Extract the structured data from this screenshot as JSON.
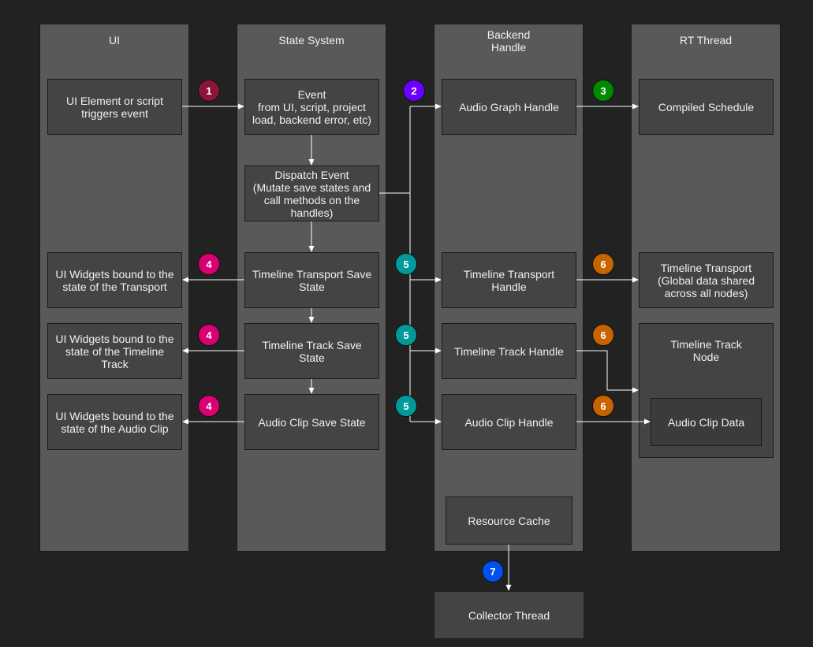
{
  "lanes": {
    "ui": "UI",
    "state": "State System",
    "backend": "Backend\nHandle",
    "rt": "RT Thread"
  },
  "boxes": {
    "ui_trigger": "UI Element or script\ntriggers event",
    "ui_transport": "UI Widgets bound to the\nstate of the Transport",
    "ui_track": "UI Widgets bound to the\nstate of the Timeline\nTrack",
    "ui_clip": "UI Widgets bound to the\nstate of the Audio Clip",
    "event": "Event\nfrom UI, script, project\nload, backend error, etc)",
    "dispatch": "Dispatch Event\n(Mutate save states and\ncall methods on the\nhandles)",
    "transport_save": "Timeline Transport Save\nState",
    "track_save": "Timeline Track Save State",
    "clip_save": "Audio Clip Save State",
    "graph_handle": "Audio Graph Handle",
    "transport_handle": "Timeline Transport\nHandle",
    "track_handle": "Timeline Track Handle",
    "clip_handle": "Audio Clip Handle",
    "resource_cache": "Resource Cache",
    "collector": "Collector Thread",
    "compiled": "Compiled Schedule",
    "rt_transport": "Timeline Transport\n(Global data shared\nacross all nodes)",
    "track_node": "Timeline Track\nNode",
    "clip_data": "Audio Clip Data"
  },
  "badges": {
    "b1": {
      "label": "1",
      "color": "#8b1538"
    },
    "b2": {
      "label": "2",
      "color": "#6a00ff"
    },
    "b3": {
      "label": "3",
      "color": "#008a00"
    },
    "b4a": {
      "label": "4",
      "color": "#d80073"
    },
    "b4b": {
      "label": "4",
      "color": "#d80073"
    },
    "b4c": {
      "label": "4",
      "color": "#d80073"
    },
    "b5a": {
      "label": "5",
      "color": "#009a9a"
    },
    "b5b": {
      "label": "5",
      "color": "#009a9a"
    },
    "b5c": {
      "label": "5",
      "color": "#009a9a"
    },
    "b6a": {
      "label": "6",
      "color": "#c86400"
    },
    "b6b": {
      "label": "6",
      "color": "#c86400"
    },
    "b6c": {
      "label": "6",
      "color": "#c86400"
    },
    "b7": {
      "label": "7",
      "color": "#0050ef"
    }
  }
}
